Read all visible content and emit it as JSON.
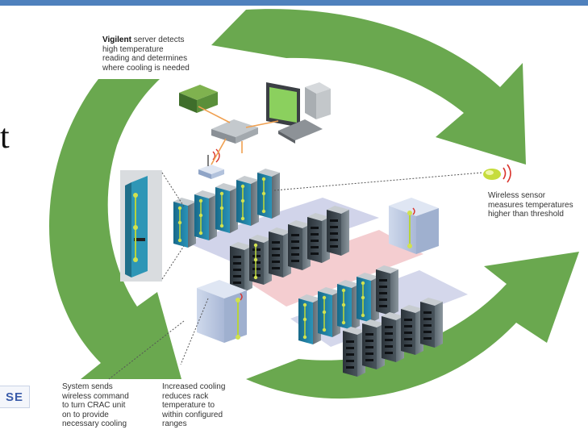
{
  "captions": {
    "server": {
      "brand": "Vigilent",
      "text": " server detects\nhigh temperature\nreading and determines\nwhere cooling is needed"
    },
    "sensor": "Wireless sensor\nmeasures temperatures\nhigher than threshold",
    "command": "System sends\nwireless command\nto turn CRAC unit\non to provide\nnecessary cooling",
    "cooling": "Increased cooling\nreduces rack\ntemperature to\nwithin configured\nranges"
  },
  "fragments": {
    "partial_letter": "t",
    "logo_text": "SE"
  },
  "colors": {
    "arrow_green": "#6aa84f",
    "top_bar": "#4f81bd",
    "rack_teal": "#1f7d9e",
    "hot_aisle": "#f2c4c8",
    "cold_aisle": "#c9cde6"
  }
}
